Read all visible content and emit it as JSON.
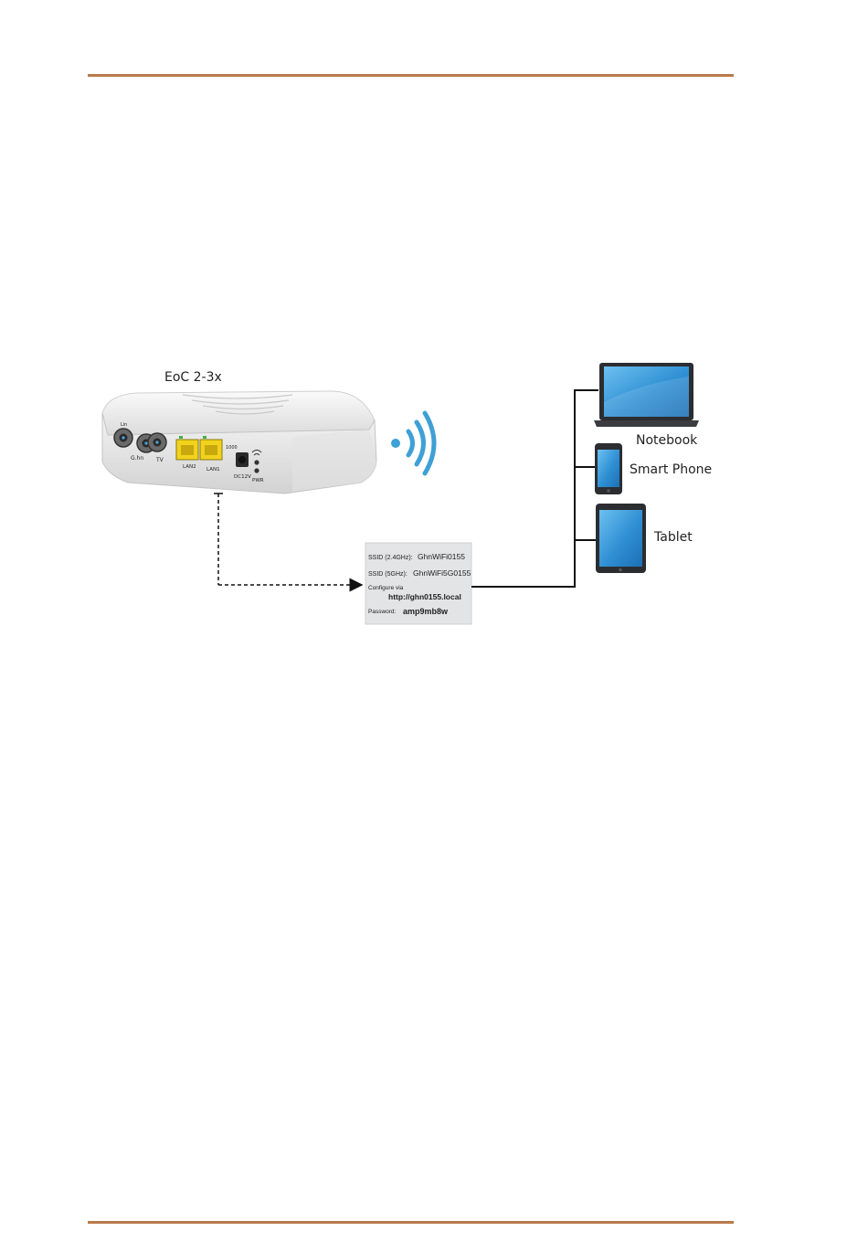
{
  "colors": {
    "rule": "#b87a4b",
    "wifi": "#3ea0d6",
    "screen": "#2f8fd3",
    "device_body": "#2b2d31",
    "router_body": "#e9e9e9",
    "lan_port": "#f2d21b"
  },
  "device": {
    "title": "EoC 2-3x",
    "port_labels": {
      "coax_in": "Lin",
      "coax_out": "G.hn",
      "tv": "TV",
      "lan2": "LAN2",
      "lan1": "LAN1",
      "power": "DC12V",
      "pwr": "PWR",
      "speed": "1000"
    }
  },
  "sticker": {
    "ssid_24_label": "SSID (2.4GHz):",
    "ssid_24_value": "GhnWiFi0155",
    "ssid_5_label": "SSID (5GHz):",
    "ssid_5_value": "GhnWiFi5G0155",
    "configure_label": "Configure via",
    "configure_value": "http://ghn0155.local",
    "password_label": "Password:",
    "password_value": "amp9mb8w"
  },
  "clients": [
    {
      "label": "Notebook",
      "icon": "laptop-icon"
    },
    {
      "label": "Smart Phone",
      "icon": "smartphone-icon"
    },
    {
      "label": "Tablet",
      "icon": "tablet-icon"
    }
  ]
}
